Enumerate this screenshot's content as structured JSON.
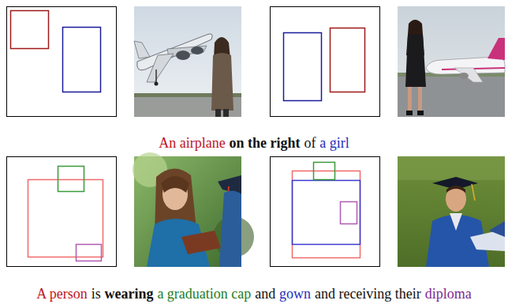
{
  "diagram": {
    "labels": [
      "An airplane",
      "on the right",
      "of",
      "a girl",
      "A person",
      "is",
      "wearing",
      "a graduation cap",
      "and",
      "gown",
      "and receiving their",
      "diploma"
    ]
  }
}
